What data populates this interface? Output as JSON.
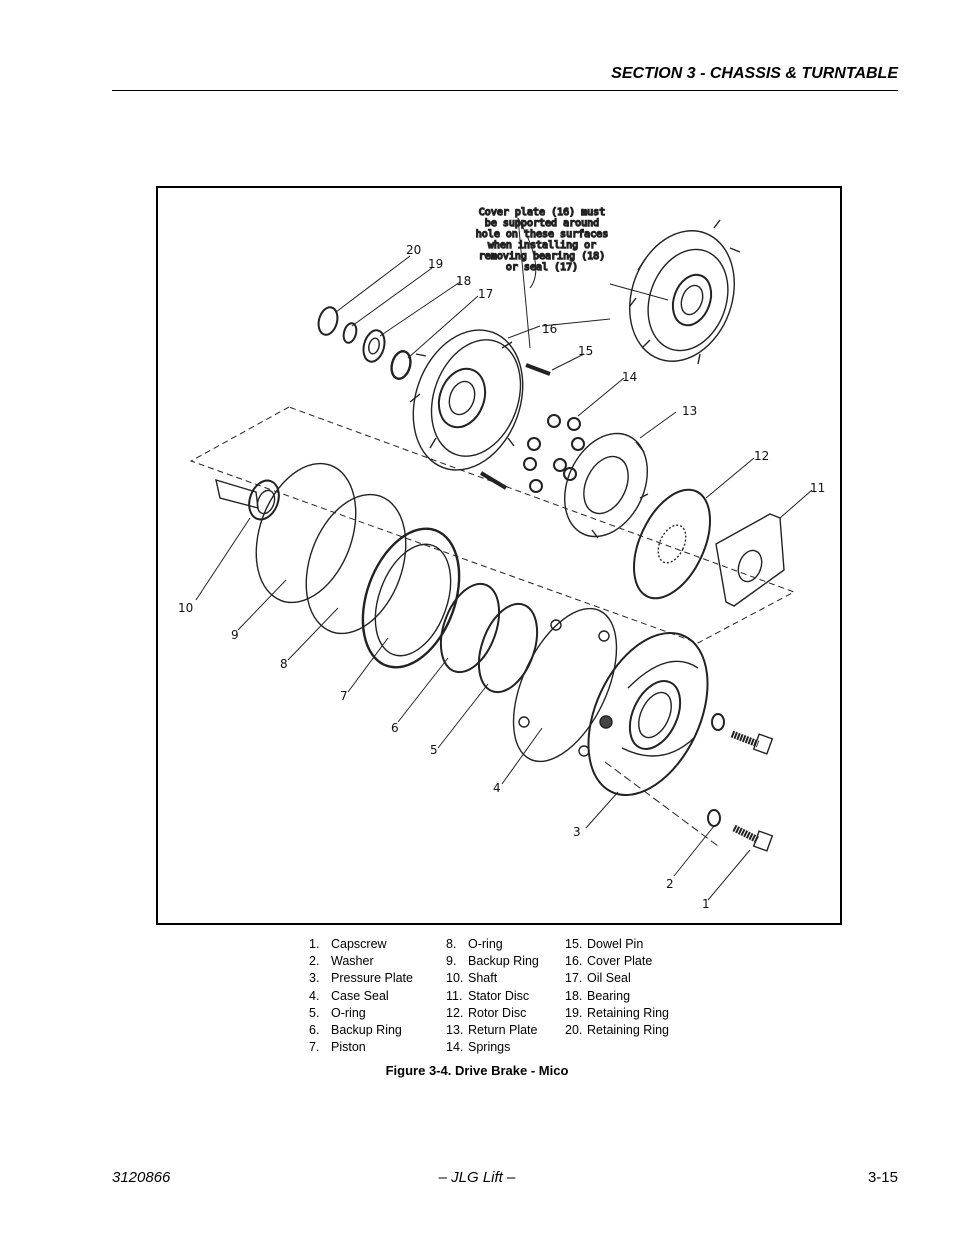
{
  "header": {
    "section_title": "SECTION 3 - CHASSIS & TURNTABLE"
  },
  "figure": {
    "note_lines": [
      "Cover plate (16) must",
      "be supported around",
      "hole on these surfaces",
      "when installing or",
      "removing bearing (18)",
      "or seal (17)"
    ],
    "callouts": [
      "1",
      "2",
      "3",
      "4",
      "5",
      "6",
      "7",
      "8",
      "9",
      "10",
      "11",
      "12",
      "13",
      "14",
      "15",
      "16",
      "17",
      "18",
      "19",
      "20"
    ]
  },
  "legend": {
    "col1": [
      {
        "num": "1.",
        "label": "Capscrew"
      },
      {
        "num": "2.",
        "label": "Washer"
      },
      {
        "num": "3.",
        "label": "Pressure Plate"
      },
      {
        "num": "4.",
        "label": "Case Seal"
      },
      {
        "num": "5.",
        "label": "O-ring"
      },
      {
        "num": "6.",
        "label": "Backup Ring"
      },
      {
        "num": "7.",
        "label": "Piston"
      }
    ],
    "col2": [
      {
        "num": "8.",
        "label": "O-ring"
      },
      {
        "num": "9.",
        "label": "Backup Ring"
      },
      {
        "num": "10.",
        "label": "Shaft"
      },
      {
        "num": "11.",
        "label": "Stator Disc"
      },
      {
        "num": "12.",
        "label": "Rotor Disc"
      },
      {
        "num": "13.",
        "label": "Return Plate"
      },
      {
        "num": "14.",
        "label": "Springs"
      }
    ],
    "col3": [
      {
        "num": "15.",
        "label": "Dowel Pin"
      },
      {
        "num": "16.",
        "label": "Cover Plate"
      },
      {
        "num": "17.",
        "label": "Oil Seal"
      },
      {
        "num": "18.",
        "label": "Bearing"
      },
      {
        "num": "19.",
        "label": "Retaining Ring"
      },
      {
        "num": "20.",
        "label": "Retaining Ring"
      }
    ]
  },
  "caption": "Figure 3-4.  Drive Brake - Mico",
  "footer": {
    "doc_number": "3120866",
    "center": "– JLG Lift –",
    "page": "3-15"
  }
}
